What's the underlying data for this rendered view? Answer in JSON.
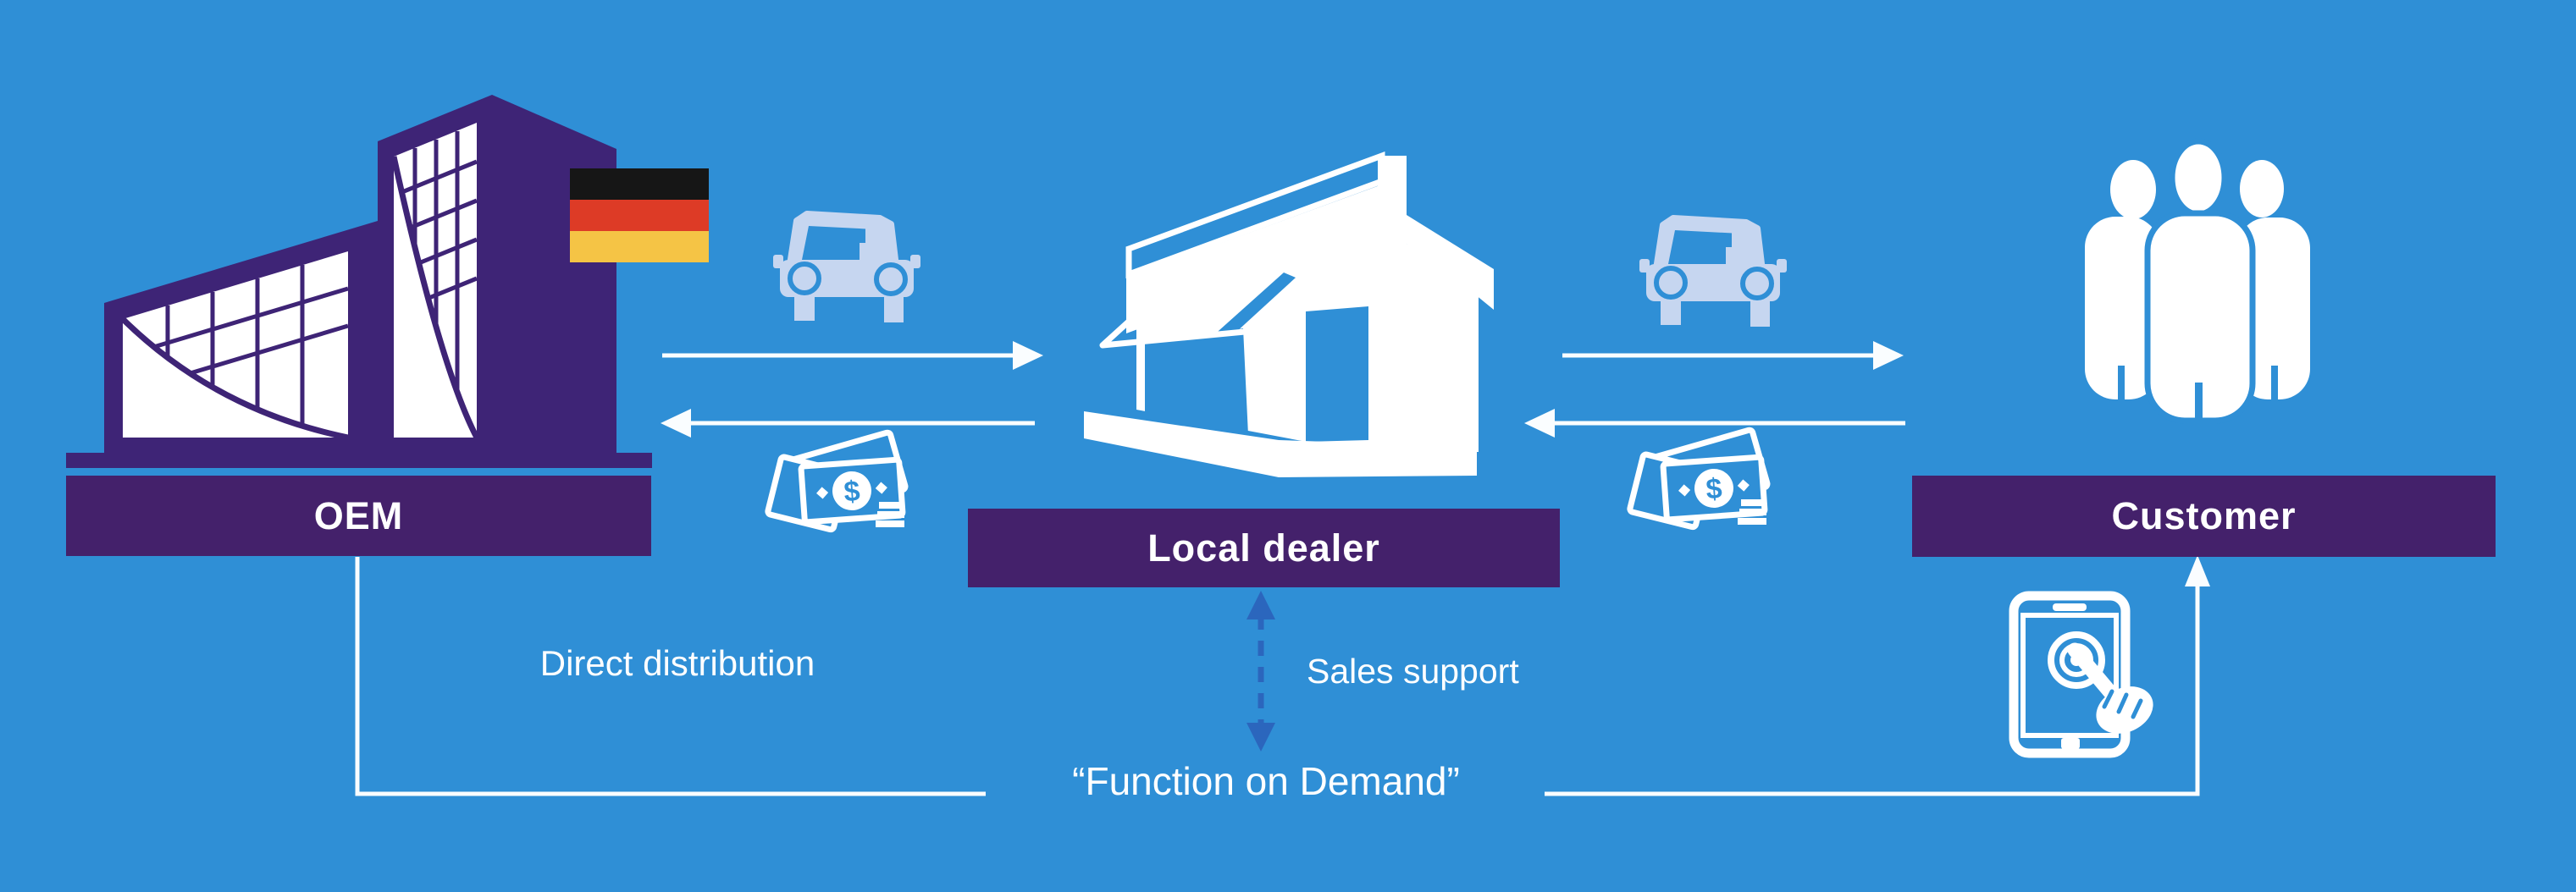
{
  "entities": {
    "oem": {
      "label": "OEM"
    },
    "local_dealer": {
      "label": "Local dealer"
    },
    "customer": {
      "label": "Customer"
    }
  },
  "annotations": {
    "direct_distribution": "Direct distribution",
    "sales_support": "Sales support",
    "function_on_demand": "“Function on Demand”"
  },
  "money": {
    "currency_symbol": "$"
  },
  "flows": [
    {
      "from": "OEM",
      "to": "Local dealer",
      "icon": "car-icon",
      "style": "solid-arrow"
    },
    {
      "from": "Local dealer",
      "to": "OEM",
      "icon": "money-icon",
      "style": "solid-arrow"
    },
    {
      "from": "Local dealer",
      "to": "Customer",
      "icon": "car-icon",
      "style": "solid-arrow"
    },
    {
      "from": "Customer",
      "to": "Local dealer",
      "icon": "money-icon",
      "style": "solid-arrow"
    },
    {
      "from": "OEM",
      "to": "Local dealer",
      "label": "Sales support",
      "style": "dashed-double-arrow"
    },
    {
      "from": "OEM",
      "to": "Customer",
      "label": "“Function on Demand”",
      "style": "solid-elbow-arrow"
    }
  ],
  "icons": {
    "oem": "oem-headquarters-building-icon",
    "flag": "german-flag-icon",
    "dealer": "dealership-store-icon",
    "customer": "people-group-icon",
    "vehicle": "car-icon",
    "payment": "money-icon",
    "function_on_demand": "tablet-touch-icon"
  },
  "colors": {
    "background": "#2F8FD6",
    "building_purple": "#3E2476",
    "box_purple": "#44216B",
    "car_light_blue": "#C6D6F0",
    "dashed_arrow_blue": "#2B66BD",
    "line_white": "#FAFDFF",
    "flag_black": "#161616",
    "flag_red": "#DD3B26",
    "flag_gold": "#F5C445"
  }
}
